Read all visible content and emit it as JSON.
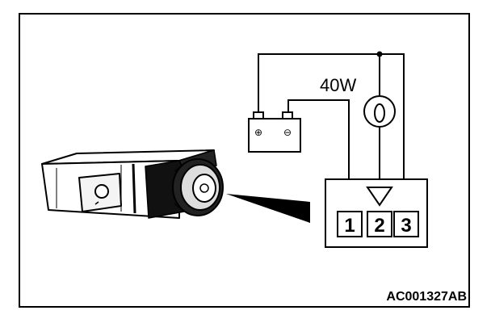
{
  "diagram": {
    "lamp_label": "40W",
    "battery": {
      "positive_symbol": "⊕",
      "negative_symbol": "⊖"
    },
    "connector_pins": [
      "1",
      "2",
      "3"
    ],
    "figure_code": "AC001327AB"
  },
  "icons": {
    "battery": "battery-icon",
    "lamp": "lamp-icon",
    "component": "relay-module-icon"
  }
}
